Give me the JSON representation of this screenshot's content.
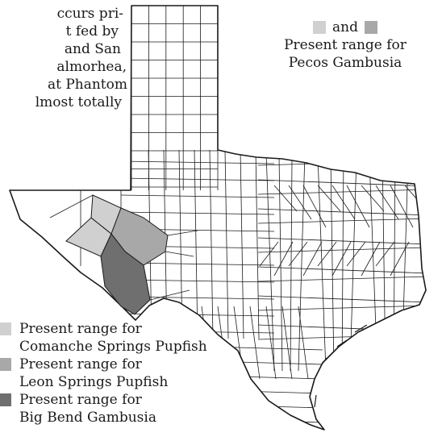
{
  "intro_text": [
    "ccurs pri-",
    "t fed by",
    "and San",
    "almorhea,",
    "at Phantom",
    "lmost totally"
  ],
  "pecos_legend": {
    "word": "and",
    "line1": "Present range for",
    "line2": "Pecos Gambusia",
    "swatch_light": "#d0d0d0",
    "swatch_mid": "#a8a8a8"
  },
  "legend": [
    {
      "line1": "Present range for",
      "line2": "Comanche Springs Pupfish",
      "color": "#d0d0d0"
    },
    {
      "line1": "Present range for",
      "line2": "Leon Springs Pupfish",
      "color": "#a8a8a8"
    },
    {
      "line1": "Present range for",
      "line2": "Big Bend Gambusia",
      "color": "#6f6f6f"
    }
  ],
  "colors": {
    "outline": "#1a1a1a",
    "region_light": "#d0d0d0",
    "region_mid": "#a8a8a8",
    "region_dark": "#6f6f6f"
  }
}
